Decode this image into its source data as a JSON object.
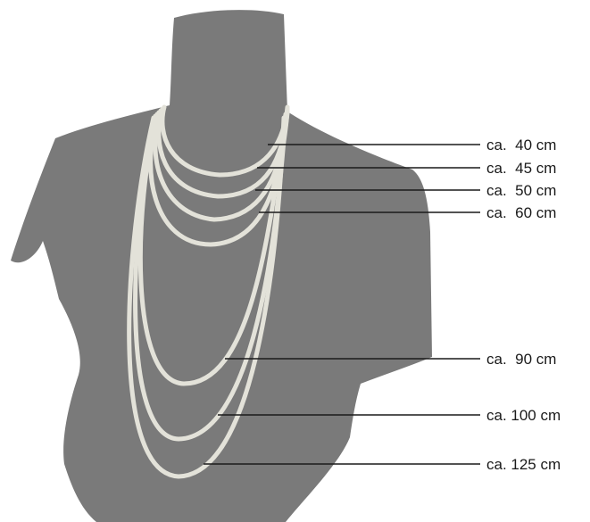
{
  "necklace_lengths": [
    {
      "label": "ca.  40 cm"
    },
    {
      "label": "ca.  45 cm"
    },
    {
      "label": "ca.  50 cm"
    },
    {
      "label": "ca.  60 cm"
    },
    {
      "label": "ca.  90 cm"
    },
    {
      "label": "ca. 100 cm"
    },
    {
      "label": "ca. 125 cm"
    }
  ],
  "colors": {
    "mannequin": "#7a7a7a",
    "necklace_strand": "#e3e2d9",
    "leader_line": "#1a1a1a",
    "background": "#ffffff"
  }
}
